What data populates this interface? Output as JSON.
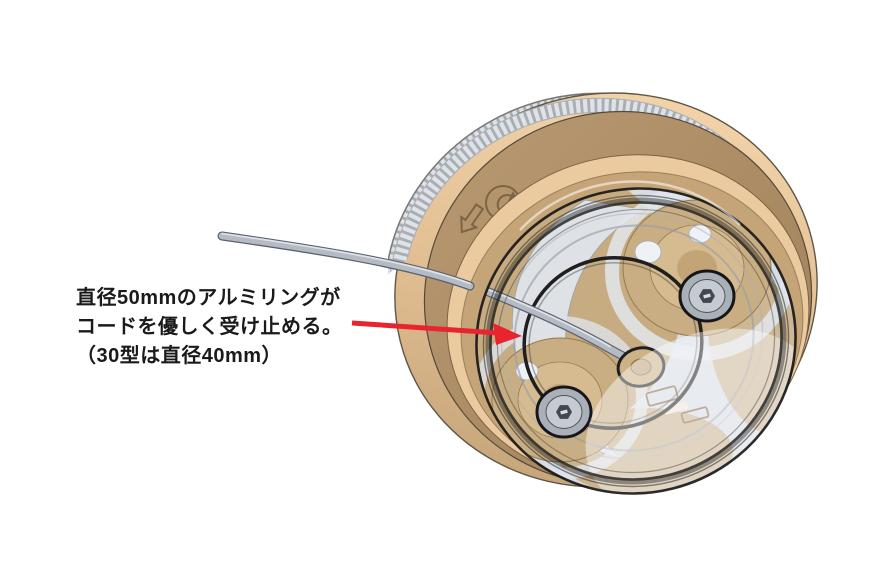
{
  "figure": {
    "kind": "3d-cad-product-illustration",
    "subject": "trimmer-head-with-aluminum-cord-ring"
  },
  "annotation": {
    "lines": [
      "直径50mmのアルミリングが",
      "コードを優しく受け止める。",
      "（30型は直径40mm）"
    ]
  },
  "callout": {
    "arrow_direction": "right",
    "points_to": "aluminum-ring-inside-cover"
  },
  "colors": {
    "background": "#ffffff",
    "text": "#1a1a1a",
    "arrow_red": "#e8242e",
    "body_tan": "#ad8d64",
    "plate_light": "#f0cfa5",
    "side_tan": "#c2a176",
    "rim_light": "#ecca9f",
    "rim_mid": "#c5a477",
    "knurl_gray": "#dfe3e7",
    "interior_silver": "#d8dde3",
    "spool_tan": "#c9ae83",
    "cord_gray": "#b5bbc4",
    "outline_dark": "#1f1f1f"
  }
}
